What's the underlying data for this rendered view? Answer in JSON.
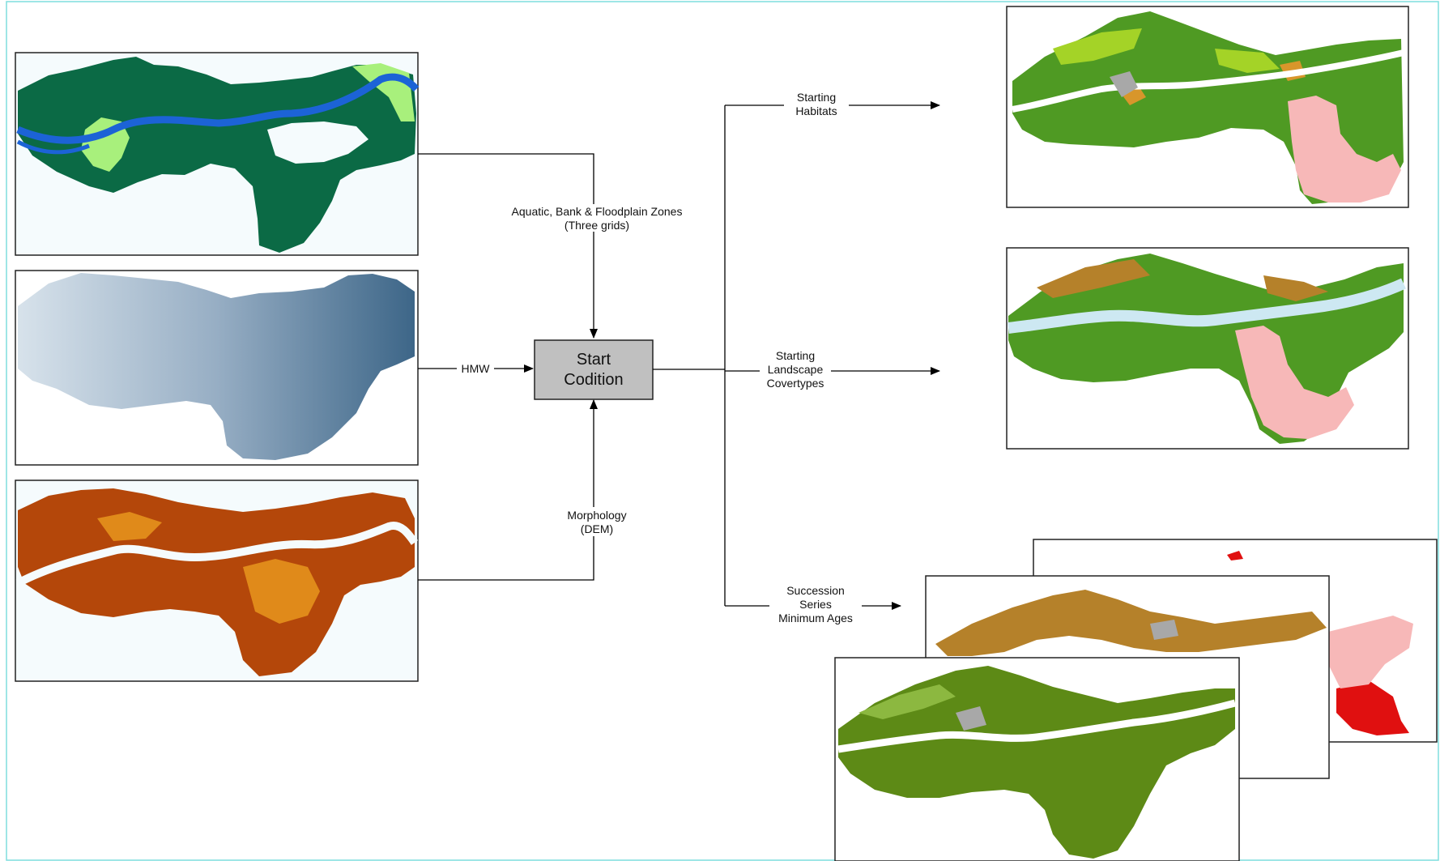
{
  "center_box": {
    "line1": "Start",
    "line2": "Codition"
  },
  "labels": {
    "zones_line1": "Aquatic, Bank & Floodplain Zones",
    "zones_line2": "(Three grids)",
    "hmw": "HMW",
    "morph_line1": "Morphology",
    "morph_line2": "(DEM)",
    "habitats_line1": "Starting",
    "habitats_line2": "Habitats",
    "landscape_line1": "Starting",
    "landscape_line2": "Landscape",
    "landscape_line3": "Covertypes",
    "succession_line1": "Succession",
    "succession_line2": "Series",
    "succession_line3": "Minimum Ages"
  },
  "colors": {
    "zones_dark_green": "#0b6a45",
    "zones_light_green": "#a8f07c",
    "zones_river_blue": "#1c63d6",
    "hmw_light": "#cfdbe6",
    "hmw_dark": "#3d6688",
    "dem_brown": "#b4470a",
    "dem_orange": "#e08a1a",
    "habitat_green": "#4f9a23",
    "habitat_lime": "#a4d327",
    "habitat_pink": "#f7b8b8",
    "habitat_orange": "#d8962b",
    "habitat_gray": "#a8a8a8",
    "landscape_water": "#cde8f2",
    "succession_olive": "#5d8a16",
    "succession_tan": "#b5812a",
    "succession_red": "#e01010",
    "box_fill": "#c0c0c0",
    "frame_cyan": "#7fdede"
  }
}
